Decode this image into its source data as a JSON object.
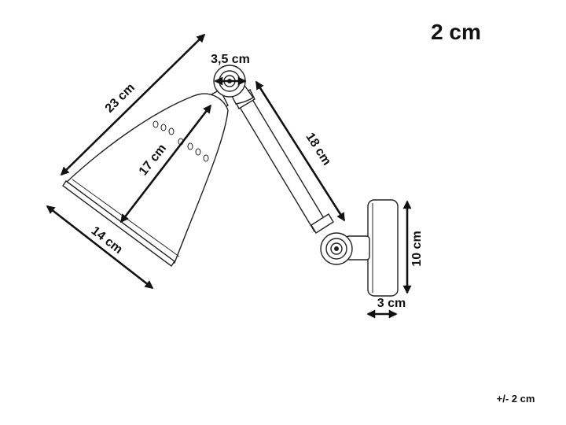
{
  "scale_label": "2 cm",
  "tolerance_label": "+/- 2 cm",
  "dimensions": {
    "shade_length": "23 cm",
    "shade_depth": "17 cm",
    "shade_opening": "14 cm",
    "joint_diameter": "3,5 cm",
    "arm_length": "18 cm",
    "base_height": "10 cm",
    "base_depth": "3 cm"
  },
  "colors": {
    "line": "#111111",
    "background": "#ffffff"
  }
}
